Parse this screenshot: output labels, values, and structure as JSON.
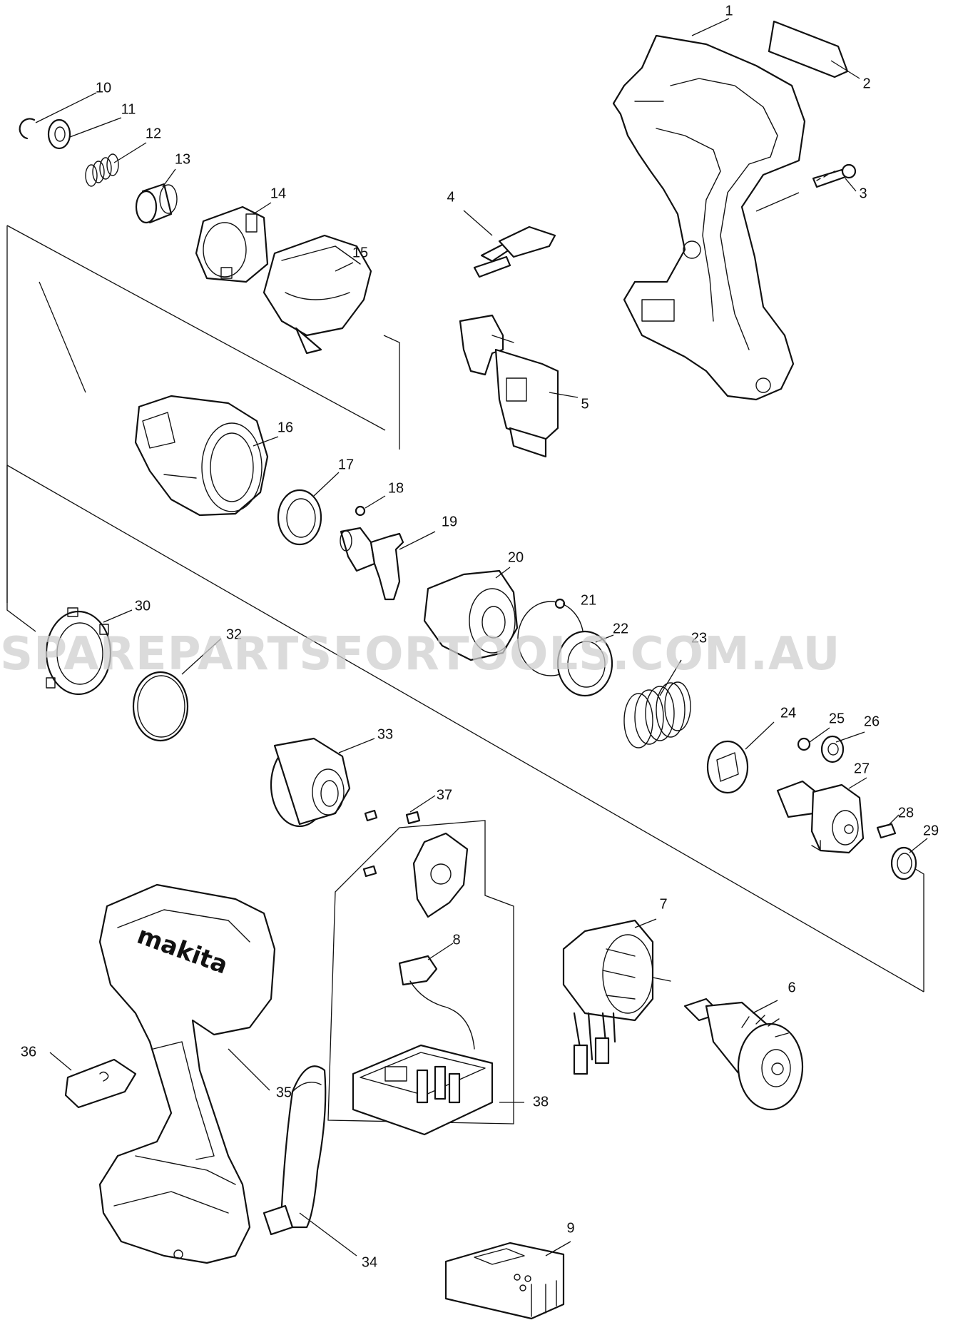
{
  "watermark": "SPAREPARTSFORTOOLS.COM.AU",
  "brand_logo": "makita",
  "parts": [
    {
      "no": "1"
    },
    {
      "no": "2"
    },
    {
      "no": "3"
    },
    {
      "no": "4"
    },
    {
      "no": "5"
    },
    {
      "no": "6"
    },
    {
      "no": "7"
    },
    {
      "no": "8"
    },
    {
      "no": "9"
    },
    {
      "no": "10"
    },
    {
      "no": "11"
    },
    {
      "no": "12"
    },
    {
      "no": "13"
    },
    {
      "no": "14"
    },
    {
      "no": "15"
    },
    {
      "no": "16"
    },
    {
      "no": "17"
    },
    {
      "no": "18"
    },
    {
      "no": "19"
    },
    {
      "no": "20"
    },
    {
      "no": "21"
    },
    {
      "no": "22"
    },
    {
      "no": "23"
    },
    {
      "no": "24"
    },
    {
      "no": "25"
    },
    {
      "no": "26"
    },
    {
      "no": "27"
    },
    {
      "no": "28"
    },
    {
      "no": "29"
    },
    {
      "no": "30"
    },
    {
      "no": "32"
    },
    {
      "no": "33"
    },
    {
      "no": "34"
    },
    {
      "no": "35"
    },
    {
      "no": "36"
    },
    {
      "no": "37"
    },
    {
      "no": "38"
    }
  ]
}
